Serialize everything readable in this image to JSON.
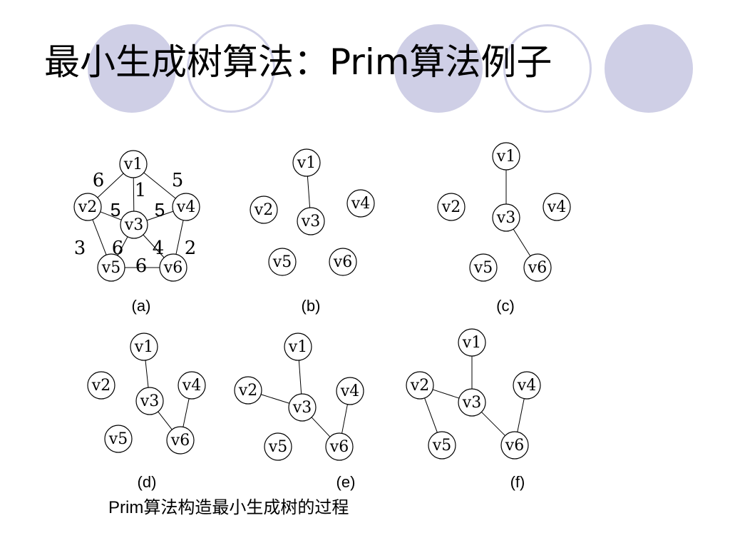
{
  "slide": {
    "title": "最小生成树算法：Prim算法例子",
    "caption": "Prim算法构造最小生成树的过程",
    "decor_color": "#cfcfe6"
  },
  "diagram": {
    "nodes": [
      "v1",
      "v2",
      "v3",
      "v4",
      "v5",
      "v6"
    ],
    "panels": [
      {
        "id": "a",
        "label": "(a)",
        "edges": [
          {
            "from": "v1",
            "to": "v2",
            "weight": "6"
          },
          {
            "from": "v1",
            "to": "v4",
            "weight": "5"
          },
          {
            "from": "v1",
            "to": "v3",
            "weight": "1"
          },
          {
            "from": "v2",
            "to": "v3",
            "weight": "5"
          },
          {
            "from": "v3",
            "to": "v4",
            "weight": "5"
          },
          {
            "from": "v2",
            "to": "v5",
            "weight": "3"
          },
          {
            "from": "v3",
            "to": "v5",
            "weight": "6"
          },
          {
            "from": "v3",
            "to": "v6",
            "weight": "4"
          },
          {
            "from": "v4",
            "to": "v6",
            "weight": "2"
          },
          {
            "from": "v5",
            "to": "v6",
            "weight": "6"
          }
        ]
      },
      {
        "id": "b",
        "label": "(b)",
        "edges": [
          {
            "from": "v1",
            "to": "v3"
          }
        ]
      },
      {
        "id": "c",
        "label": "(c)",
        "edges": [
          {
            "from": "v1",
            "to": "v3"
          },
          {
            "from": "v3",
            "to": "v6"
          }
        ]
      },
      {
        "id": "d",
        "label": "(d)",
        "edges": [
          {
            "from": "v1",
            "to": "v3"
          },
          {
            "from": "v3",
            "to": "v6"
          },
          {
            "from": "v4",
            "to": "v6"
          }
        ]
      },
      {
        "id": "e",
        "label": "(e)",
        "edges": [
          {
            "from": "v1",
            "to": "v3"
          },
          {
            "from": "v3",
            "to": "v6"
          },
          {
            "from": "v4",
            "to": "v6"
          },
          {
            "from": "v2",
            "to": "v3"
          }
        ]
      },
      {
        "id": "f",
        "label": "(f)",
        "edges": [
          {
            "from": "v1",
            "to": "v3"
          },
          {
            "from": "v3",
            "to": "v6"
          },
          {
            "from": "v4",
            "to": "v6"
          },
          {
            "from": "v2",
            "to": "v3"
          },
          {
            "from": "v2",
            "to": "v5"
          }
        ]
      }
    ]
  }
}
